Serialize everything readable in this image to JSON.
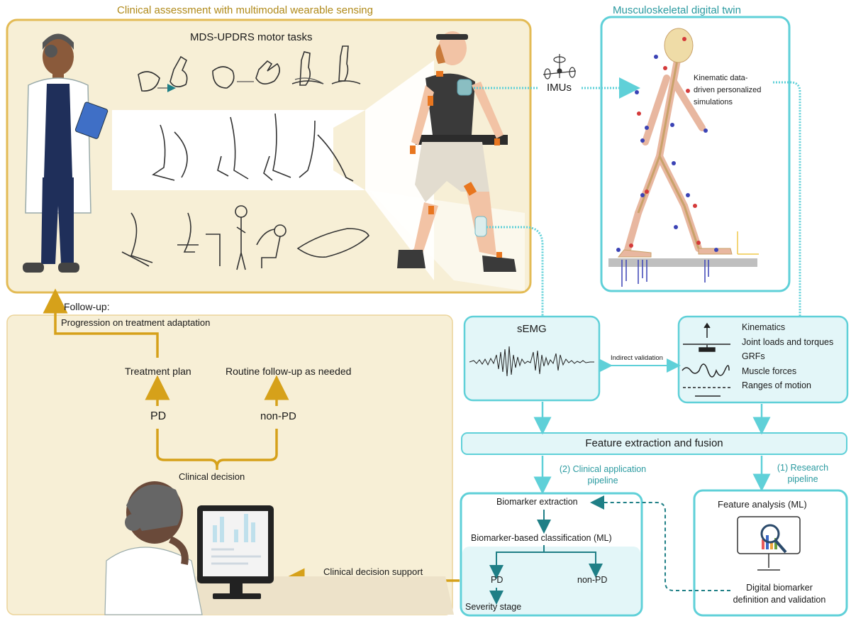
{
  "sections": {
    "clinical_title": "Clinical assessment with multimodal wearable sensing",
    "digital_twin_title": "Musculoskeletal digital twin"
  },
  "clinical_panel": {
    "motor_tasks_title": "MDS-UPDRS motor tasks"
  },
  "imu": {
    "label": "IMUs"
  },
  "digital_twin": {
    "caption": [
      "Kinematic data-",
      "driven personalized",
      "simulations"
    ]
  },
  "follow_up": {
    "title": "Follow-up:",
    "subtitle": "Progression on treatment adaptation"
  },
  "decision": {
    "treatment_plan": "Treatment plan",
    "routine_followup": "Routine follow-up as needed",
    "pd": "PD",
    "non_pd": "non-PD",
    "clinical_decision": "Clinical decision",
    "decision_support": "Clinical decision support"
  },
  "semg": {
    "title": "sEMG"
  },
  "validation": {
    "label": "Indirect validation"
  },
  "outputs": {
    "items": [
      "Kinematics",
      "Joint loads and torques",
      "GRFs",
      "Muscle forces",
      "Ranges of motion"
    ]
  },
  "fusion": {
    "label": "Feature extraction and fusion"
  },
  "pipelines": {
    "clinical": [
      "(2) Clinical application",
      "pipeline"
    ],
    "research": [
      "(1) Research",
      "pipeline"
    ]
  },
  "clinical_pipeline": {
    "biomarker_extraction": "Biomarker extraction",
    "classification": "Biomarker-based classification (ML)",
    "pd": "PD",
    "non_pd": "non-PD",
    "severity": "Severity stage"
  },
  "research_pipeline": {
    "feature_analysis": "Feature analysis (ML)",
    "biomarker_definition": [
      "Digital biomarker",
      "definition and validation"
    ]
  },
  "colors": {
    "gold": "#e3bb55",
    "gold_dark": "#d6a11a",
    "cream": "#f7efd6",
    "teal": "#5fd0d8",
    "teal_dark": "#2a9aa0",
    "teal_fill": "#e3f6f8"
  }
}
